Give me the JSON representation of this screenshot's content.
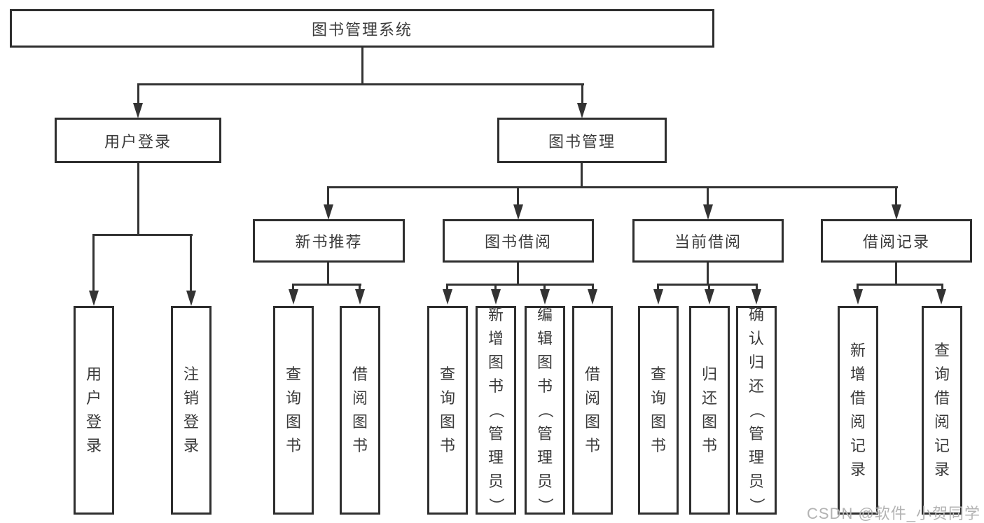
{
  "diagram_title": "图书管理系统",
  "colors": {
    "line": "#333333",
    "text": "#3a3a3a",
    "watermark": "#b3b3b3"
  },
  "tree": {
    "root": {
      "label": "图书管理系统",
      "children": [
        {
          "label": "用户登录",
          "children": [
            {
              "label": "用户登录"
            },
            {
              "label": "注销登录"
            }
          ]
        },
        {
          "label": "图书管理",
          "children": [
            {
              "label": "新书推荐",
              "children": [
                {
                  "label": "查询图书"
                },
                {
                  "label": "借阅图书"
                }
              ]
            },
            {
              "label": "图书借阅",
              "children": [
                {
                  "label": "查询图书"
                },
                {
                  "label": "新增图书（管理员）"
                },
                {
                  "label": "编辑图书（管理员）"
                },
                {
                  "label": "借阅图书"
                }
              ]
            },
            {
              "label": "当前借阅",
              "children": [
                {
                  "label": "查询图书"
                },
                {
                  "label": "归还图书"
                },
                {
                  "label": "确认归还（管理员）"
                }
              ]
            },
            {
              "label": "借阅记录",
              "children": [
                {
                  "label": "新增借阅记录"
                },
                {
                  "label": "查询借阅记录"
                }
              ]
            }
          ]
        }
      ]
    }
  },
  "watermark": {
    "text": "CSDN @软件_小贺同学"
  }
}
